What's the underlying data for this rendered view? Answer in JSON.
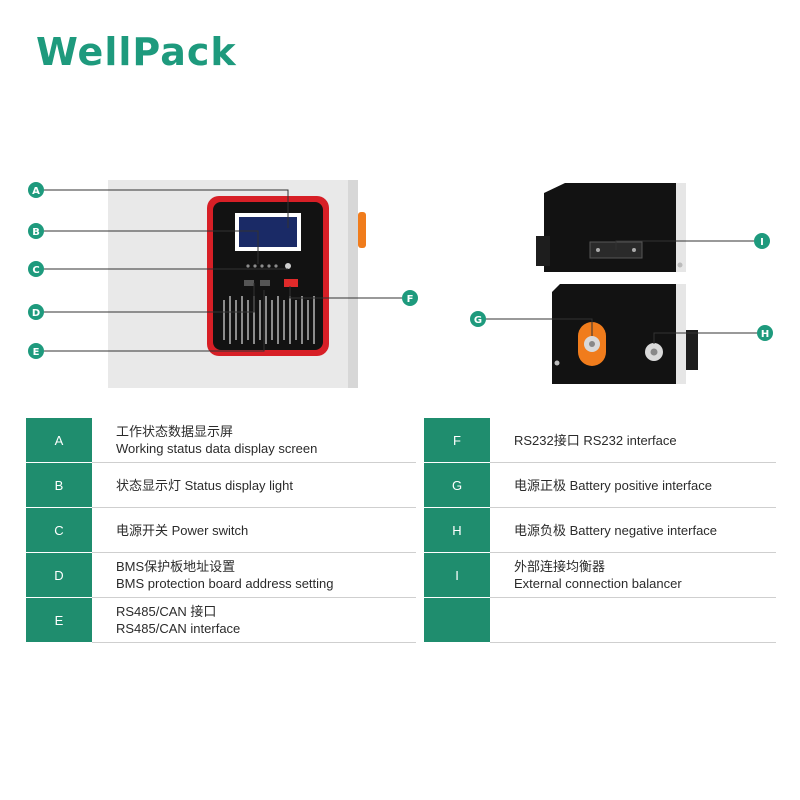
{
  "brand": {
    "logo_text": "WellPack"
  },
  "callouts": [
    "A",
    "B",
    "C",
    "D",
    "E",
    "F",
    "G",
    "H",
    "I"
  ],
  "colors": {
    "brand_green": "#1e9a7d",
    "table_key_green": "#1f8d6e",
    "panel_red": "#d71f26",
    "casing_white": "#e9e9e9",
    "casing_black": "#121212"
  },
  "legend": {
    "rows": [
      {
        "left": {
          "key": "A",
          "cn": "工作状态数据显示屏",
          "en": "Working status data display screen"
        },
        "right": {
          "key": "F",
          "cn": "",
          "en": "RS232接口 RS232 interface"
        }
      },
      {
        "left": {
          "key": "B",
          "cn": "",
          "en": "状态显示灯 Status display light"
        },
        "right": {
          "key": "G",
          "cn": "",
          "en": "电源正极 Battery positive interface"
        }
      },
      {
        "left": {
          "key": "C",
          "cn": "",
          "en": "电源开关 Power switch"
        },
        "right": {
          "key": "H",
          "cn": "",
          "en": "电源负极 Battery negative interface"
        }
      },
      {
        "left": {
          "key": "D",
          "cn": "BMS保护板地址设置",
          "en": "BMS protection board address setting"
        },
        "right": {
          "key": "I",
          "cn": "外部连接均衡器",
          "en": "External connection balancer"
        }
      },
      {
        "left": {
          "key": "E",
          "cn": "RS485/CAN 接口",
          "en": "RS485/CAN interface"
        },
        "right": {
          "key": "",
          "cn": "",
          "en": ""
        }
      }
    ]
  }
}
